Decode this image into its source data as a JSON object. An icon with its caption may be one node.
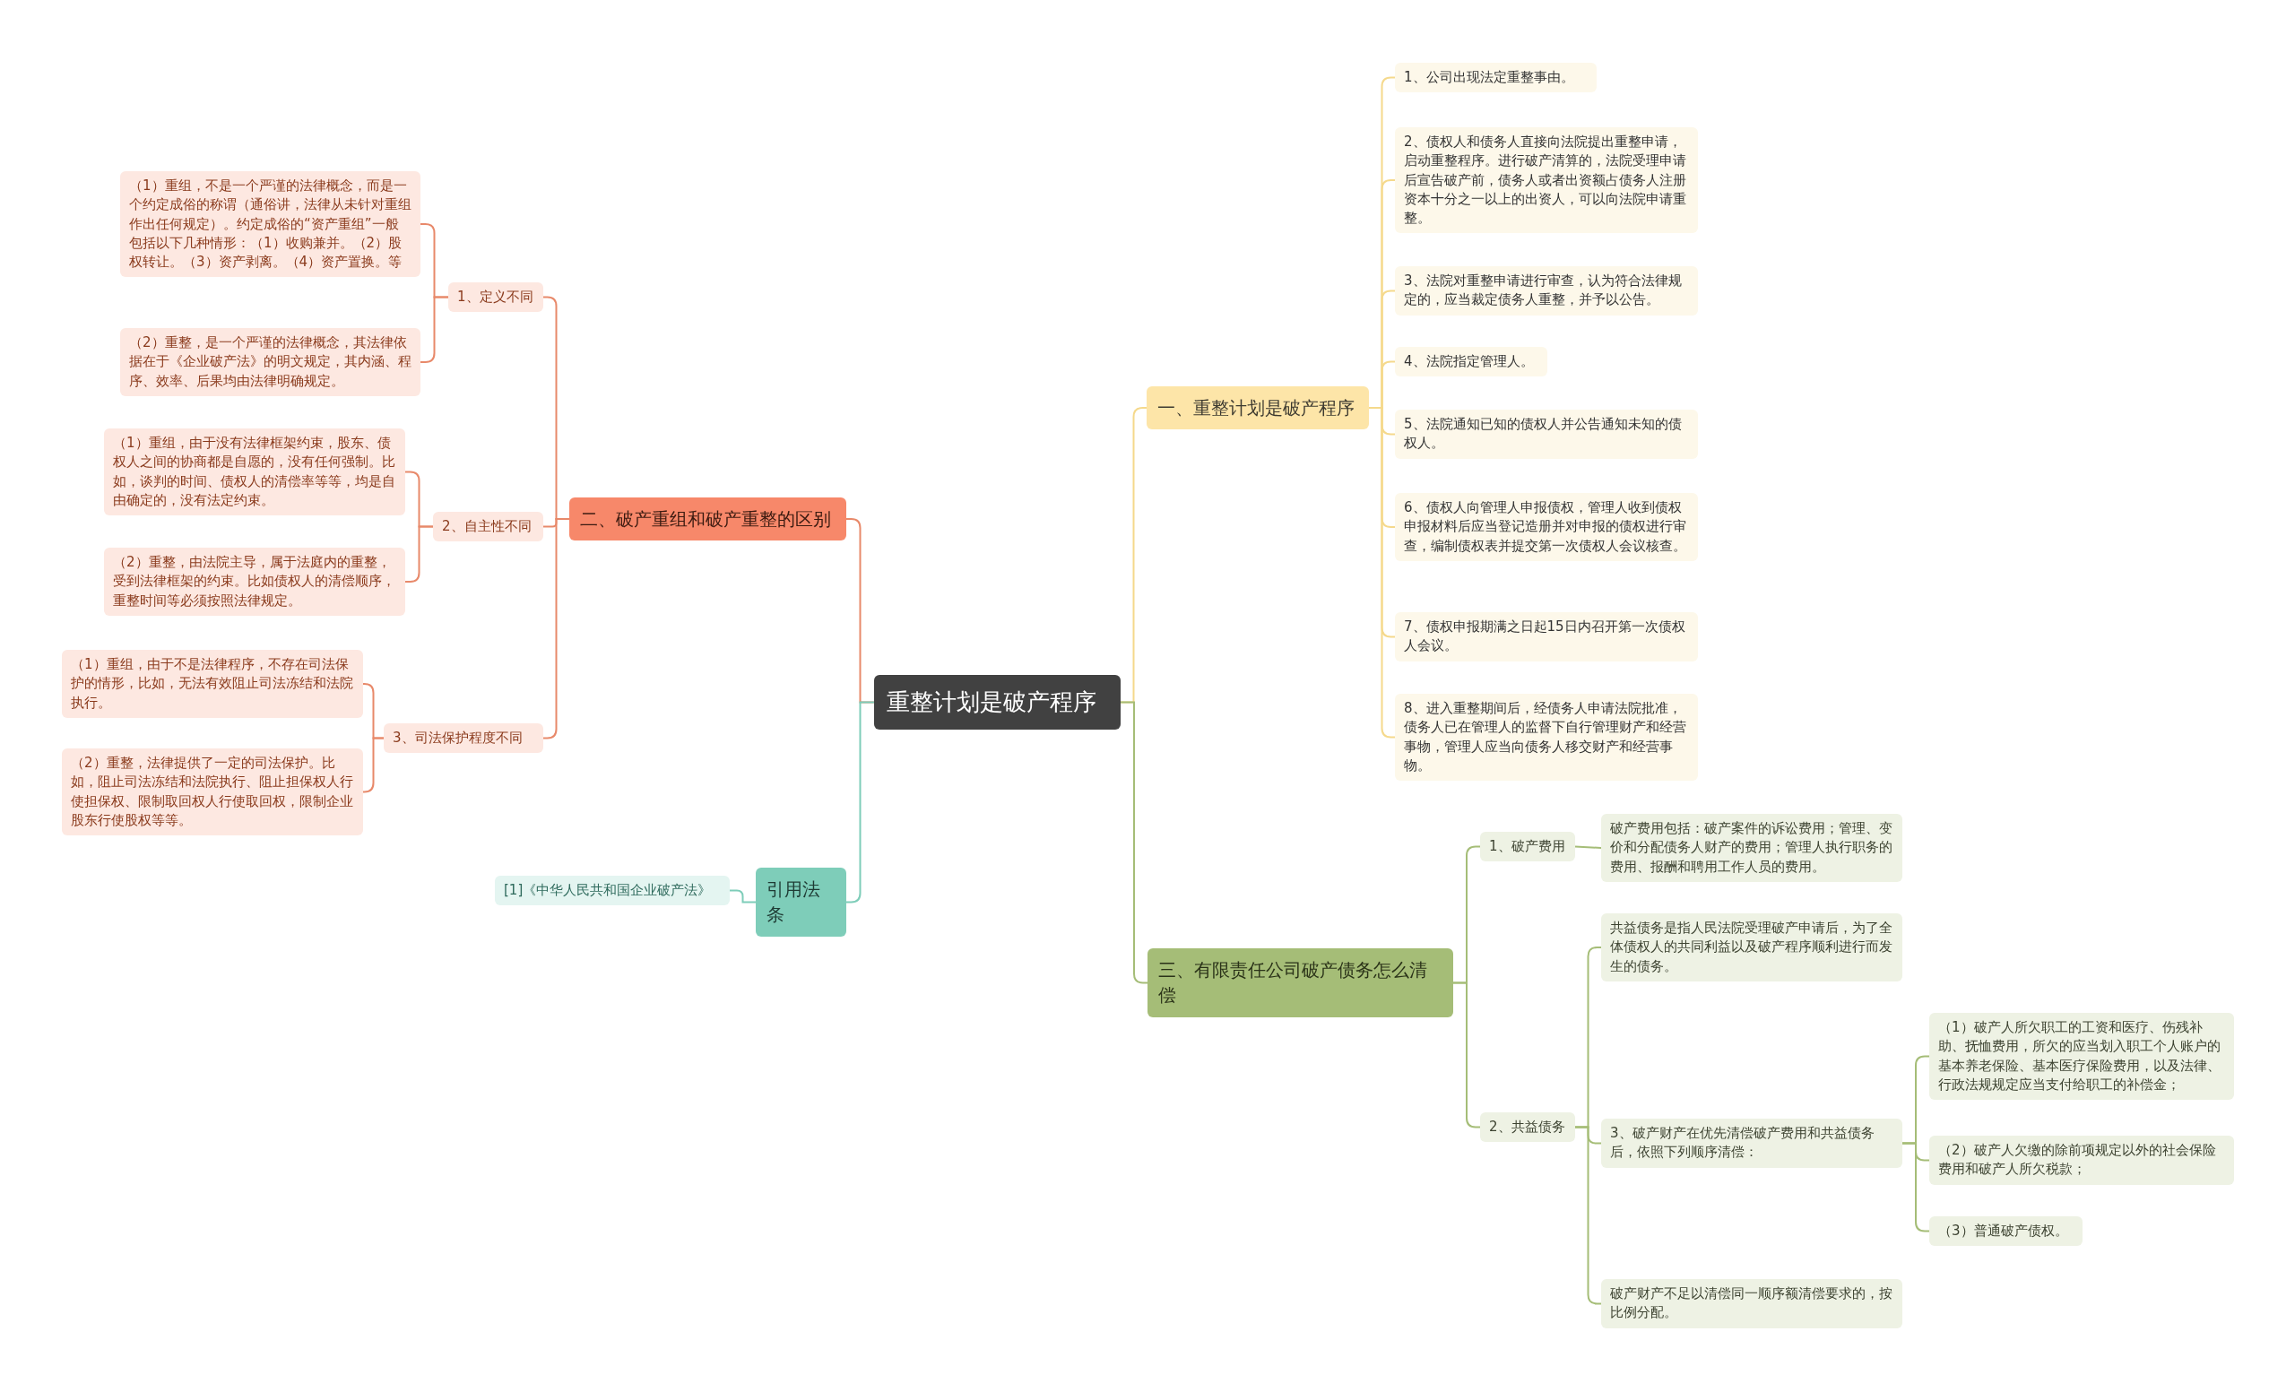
{
  "diagram": {
    "nodes": [
      {
        "text": [
          "重整计划是破产程序"
        ]
      },
      {
        "text": [
          "一、重整计划是破产程序"
        ]
      },
      {
        "text": [
          "1、公司出现法定重整事由。"
        ]
      },
      {
        "text": [
          "2、债权人和债务人直接向法院提出重整申请，启动重整程序。进行破产清算的，法院受理申请后宣告破产前，债务人或者出资额占债务人注册资本十分之一以上的出资人，可以向法院申请重整。"
        ]
      },
      {
        "text": [
          "3、法院对重整申请进行审查，认为符合法律规定的，应当裁定债务人重整，并予以公告。"
        ]
      },
      {
        "text": [
          "4、法院指定管理人。"
        ]
      },
      {
        "text": [
          "5、法院通知已知的债权人并公告通知未知的债权人。"
        ]
      },
      {
        "text": [
          "6、债权人向管理人申报债权，管理人收到债权申报材料后应当登记造册并对申报的债权进行审查，编制债权表并提交第一次债权人会议核查。"
        ]
      },
      {
        "text": [
          "7、债权申报期满之日起15日内召开第一次债权人会议。"
        ]
      },
      {
        "text": [
          "8、进入重整期间后，经债务人申请法院批准，债务人已在管理人的监督下自行管理财产和经营事物，管理人应当向债务人移交财产和经营事物。"
        ]
      },
      {
        "text": [
          "二、破产重组和破产重整的区别"
        ]
      },
      {
        "text": [
          "1、定义不同"
        ]
      },
      {
        "text": [
          "（1）重组，不是一个严谨的法律概念，而是一个约定成俗的称谓（通俗讲，法律从未针对重组作出任何规定）。约定成俗的“资产重组”一般包括以下几种情形：（1）收购兼并。（2）股权转让。（3）资产剥离。（4）资产置换。等"
        ]
      },
      {
        "text": [
          "（2）重整，是一个严谨的法律概念，其法律依据在于《企业破产法》的明文规定，其内涵、程序、效率、后果均由法律明确规定。"
        ]
      },
      {
        "text": [
          "2、自主性不同"
        ]
      },
      {
        "text": [
          "（1）重组，由于没有法律框架约束，股东、债权人之间的协商都是自愿的，没有任何强制。比如，谈判的时间、债权人的清偿率等等，均是自由确定的，没有法定约束。"
        ]
      },
      {
        "text": [
          "（2）重整，由法院主导，属于法庭内的重整，受到法律框架的约束。比如债权人的清偿顺序，重整时间等必须按照法律规定。"
        ]
      },
      {
        "text": [
          "3、司法保护程度不同"
        ]
      },
      {
        "text": [
          "（1）重组，由于不是法律程序，不存在司法保护的情形，比如，无法有效阻止司法冻结和法院执行。"
        ]
      },
      {
        "text": [
          "（2）重整，法律提供了一定的司法保护。比如，阻止司法冻结和法院执行、阻止担保权人行使担保权、限制取回权人行使取回权，限制企业股东行使股权等等。"
        ]
      },
      {
        "text": [
          "引用法条"
        ]
      },
      {
        "text": [
          "[1]《中华人民共和国企业破产法》"
        ]
      },
      {
        "text": [
          "三、有限责任公司破产债务怎么清偿"
        ]
      },
      {
        "text": [
          "1、破产费用"
        ]
      },
      {
        "text": [
          "破产费用包括：破产案件的诉讼费用；管理、变价和分配债务人财产的费用；管理人执行职务的费用、报酬和聘用工作人员的费用。"
        ]
      },
      {
        "text": [
          "2、共益债务"
        ]
      },
      {
        "text": [
          "共益债务是指人民法院受理破产申请后，为了全体债权人的共同利益以及破产程序顺利进行而发生的债务。"
        ]
      },
      {
        "text": [
          "3、破产财产在优先清偿破产费用和共益债务后，依照下列顺序清偿："
        ]
      },
      {
        "text": [
          "破产财产不足以清偿同一顺序额清偿要求的，按比例分配。"
        ]
      },
      {
        "text": [
          "（1）破产人所欠职工的工资和医疗、伤残补助、抚恤费用，所欠的应当划入职工个人账户的基本养老保险、基本医疗保险费用，以及法律、行政法规规定应当支付给职工的补偿金；"
        ]
      },
      {
        "text": [
          "（2）破产人欠缴的除前项规定以外的社会保险费用和破产人所欠税款；"
        ]
      },
      {
        "text": [
          "（3）普通破产债权。"
        ]
      }
    ],
    "edges": [
      {
        "from": 0,
        "to": 1,
        "arrow": "none",
        "color": "#f5d98c"
      },
      {
        "from": 0,
        "to": 10,
        "arrow": "none",
        "color": "#e8896a"
      },
      {
        "from": 0,
        "to": 20,
        "arrow": "none",
        "color": "#7ecdb9"
      },
      {
        "from": 0,
        "to": 22,
        "arrow": "none",
        "color": "#a5bd77"
      },
      {
        "from": 1,
        "to": 2,
        "arrow": "none",
        "color": "#f5d98c"
      },
      {
        "from": 1,
        "to": 3,
        "arrow": "none",
        "color": "#f5d98c"
      },
      {
        "from": 1,
        "to": 4,
        "arrow": "none",
        "color": "#f5d98c"
      },
      {
        "from": 1,
        "to": 5,
        "arrow": "none",
        "color": "#f5d98c"
      },
      {
        "from": 1,
        "to": 6,
        "arrow": "none",
        "color": "#f5d98c"
      },
      {
        "from": 1,
        "to": 7,
        "arrow": "none",
        "color": "#f5d98c"
      },
      {
        "from": 1,
        "to": 8,
        "arrow": "none",
        "color": "#f5d98c"
      },
      {
        "from": 1,
        "to": 9,
        "arrow": "none",
        "color": "#f5d98c"
      },
      {
        "from": 10,
        "to": 11,
        "arrow": "none",
        "color": "#e8896a"
      },
      {
        "from": 10,
        "to": 14,
        "arrow": "none",
        "color": "#e8896a"
      },
      {
        "from": 10,
        "to": 17,
        "arrow": "none",
        "color": "#e8896a"
      },
      {
        "from": 11,
        "to": 12,
        "arrow": "none",
        "color": "#e8896a"
      },
      {
        "from": 11,
        "to": 13,
        "arrow": "none",
        "color": "#e8896a"
      },
      {
        "from": 14,
        "to": 15,
        "arrow": "none",
        "color": "#e8896a"
      },
      {
        "from": 14,
        "to": 16,
        "arrow": "none",
        "color": "#e8896a"
      },
      {
        "from": 17,
        "to": 18,
        "arrow": "none",
        "color": "#e8896a"
      },
      {
        "from": 17,
        "to": 19,
        "arrow": "none",
        "color": "#e8896a"
      },
      {
        "from": 20,
        "to": 21,
        "arrow": "none",
        "color": "#7ecdb9"
      },
      {
        "from": 22,
        "to": 23,
        "arrow": "none",
        "color": "#a5bd77"
      },
      {
        "from": 22,
        "to": 25,
        "arrow": "none",
        "color": "#a5bd77"
      },
      {
        "from": 23,
        "to": 24,
        "arrow": "none",
        "color": "#a5bd77"
      },
      {
        "from": 25,
        "to": 26,
        "arrow": "none",
        "color": "#a5bd77"
      },
      {
        "from": 25,
        "to": 27,
        "arrow": "none",
        "color": "#a5bd77"
      },
      {
        "from": 25,
        "to": 28,
        "arrow": "none",
        "color": "#a5bd77"
      },
      {
        "from": 27,
        "to": 29,
        "arrow": "none",
        "color": "#a5bd77"
      },
      {
        "from": 27,
        "to": 30,
        "arrow": "none",
        "color": "#a5bd77"
      },
      {
        "from": 27,
        "to": 31,
        "arrow": "none",
        "color": "#a5bd77"
      }
    ]
  }
}
